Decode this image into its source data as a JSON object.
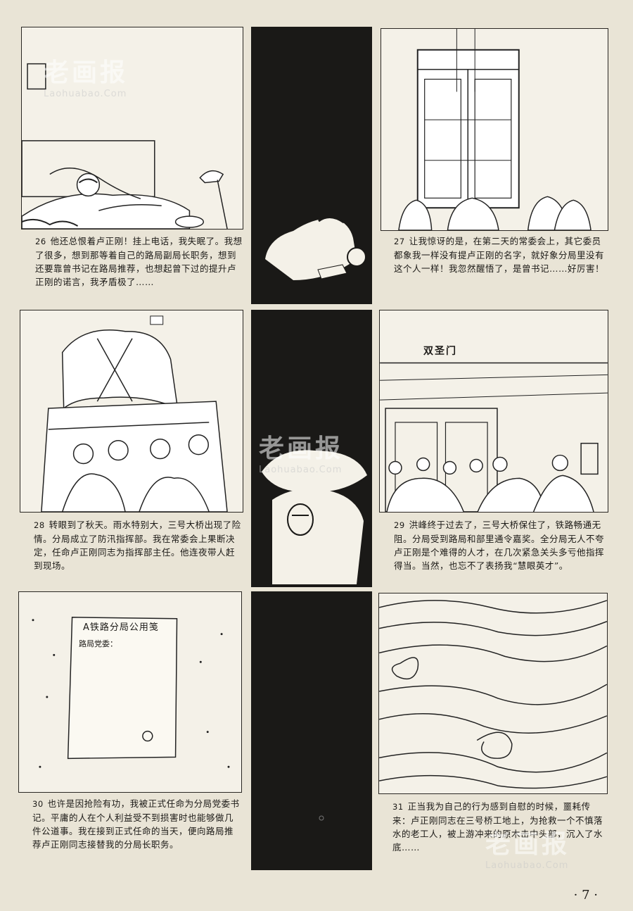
{
  "panels": [
    {
      "number": "26",
      "caption": "他还总恨着卢正刚！挂上电话，我失眠了。我想了很多，想到那等着自己的路局副局长职务，想到还要靠曾书记在路局推荐，也想起曾下过的提升卢正刚的诺言，我矛盾极了……"
    },
    {
      "number": "27",
      "caption": "让我惊讶的是，在第二天的常委会上，其它委员都象我一样没有提卢正刚的名字，就好象分局里没有这个人一样！我忽然醒悟了，是曾书记……好厉害！"
    },
    {
      "number": "28",
      "caption": "转眼到了秋天。雨水特别大，三号大桥出现了险情。分局成立了防汛指挥部。我在常委会上果断决定，任命卢正刚同志为指挥部主任。他连夜带人赶到现场。"
    },
    {
      "number": "29",
      "caption": "洪峰终于过去了，三号大桥保住了，铁路畅通无阻。分局受到路局和部里通令嘉奖。全分局无人不夸卢正刚是个难得的人才，在几次紧急关头多亏他指挥得当。当然，也忘不了表扬我“慧眼英才”。"
    },
    {
      "number": "30",
      "caption": "也许是因抢险有功，我被正式任命为分局党委书记。平庸的人在个人利益受不到损害时也能够做几件公道事。我在接到正式任命的当天，便向路局推荐卢正刚同志接替我的分局长职务。"
    },
    {
      "number": "31",
      "caption": "正当我为自己的行为感到自慰的时候，噩耗传来：卢正刚同志在三号桥工地上，为抢救一个不慎落水的老工人，被上游冲来的原木击中头部，沉入了水底……"
    }
  ],
  "document": {
    "title": "A铁路分局公用笺",
    "addressee": "路局党委："
  },
  "sign": {
    "text": "双圣门"
  },
  "watermark": {
    "logo": "老画报",
    "url": "Laohuabao.Com"
  },
  "page_number": "· 7 ·"
}
